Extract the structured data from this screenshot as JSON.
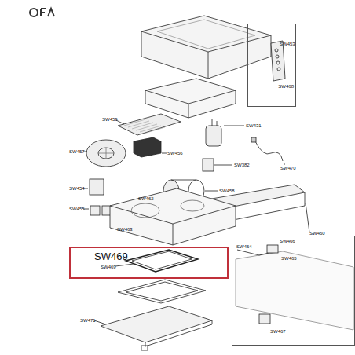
{
  "diagram": {
    "nodes": [
      {
        "text": [
          "SW468"
        ]
      },
      {
        "text": [
          "SW469",
          "SW469"
        ]
      },
      {
        "text": [
          "SW464",
          "SW466",
          "SW465",
          "SW467"
        ]
      }
    ],
    "labels": [
      "SW453",
      "SW459",
      "SW457",
      "SW456",
      "SW431",
      "SW382",
      "SW454",
      "SW462",
      "SW458",
      "SW455",
      "SW463",
      "SW460",
      "SW470",
      "SW471"
    ]
  }
}
